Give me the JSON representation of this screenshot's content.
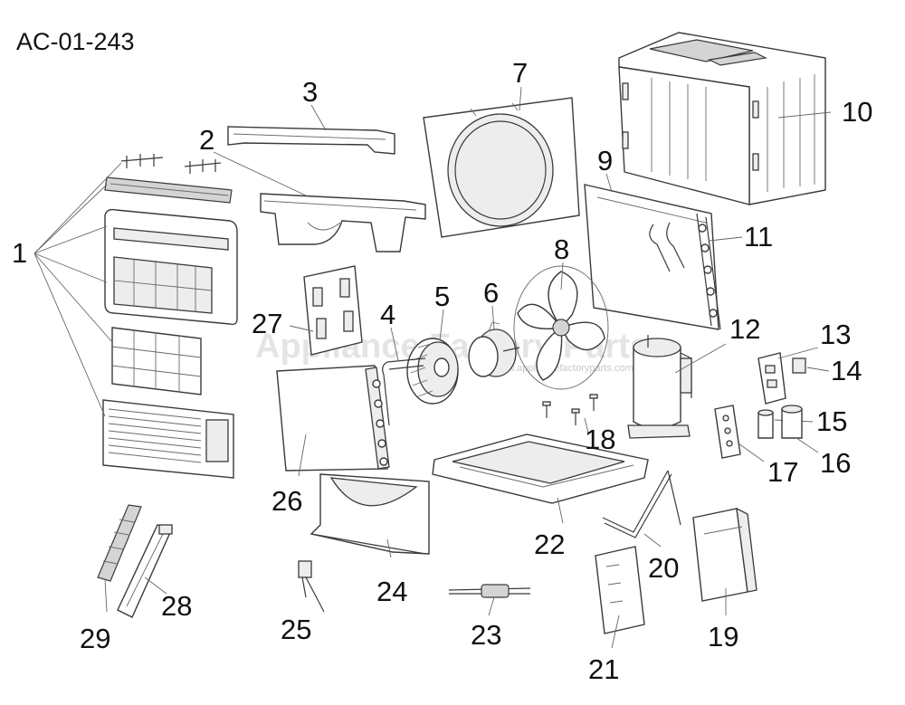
{
  "diagram": {
    "model": "AC-01-243",
    "watermark": "Appliance Factory Parts",
    "watermark_url": "www.appliancefactoryparts.com",
    "callouts": [
      "1",
      "2",
      "3",
      "4",
      "5",
      "6",
      "7",
      "8",
      "9",
      "10",
      "11",
      "12",
      "13",
      "14",
      "15",
      "16",
      "17",
      "18",
      "19",
      "20",
      "21",
      "22",
      "23",
      "24",
      "25",
      "26",
      "27",
      "28",
      "29"
    ]
  }
}
